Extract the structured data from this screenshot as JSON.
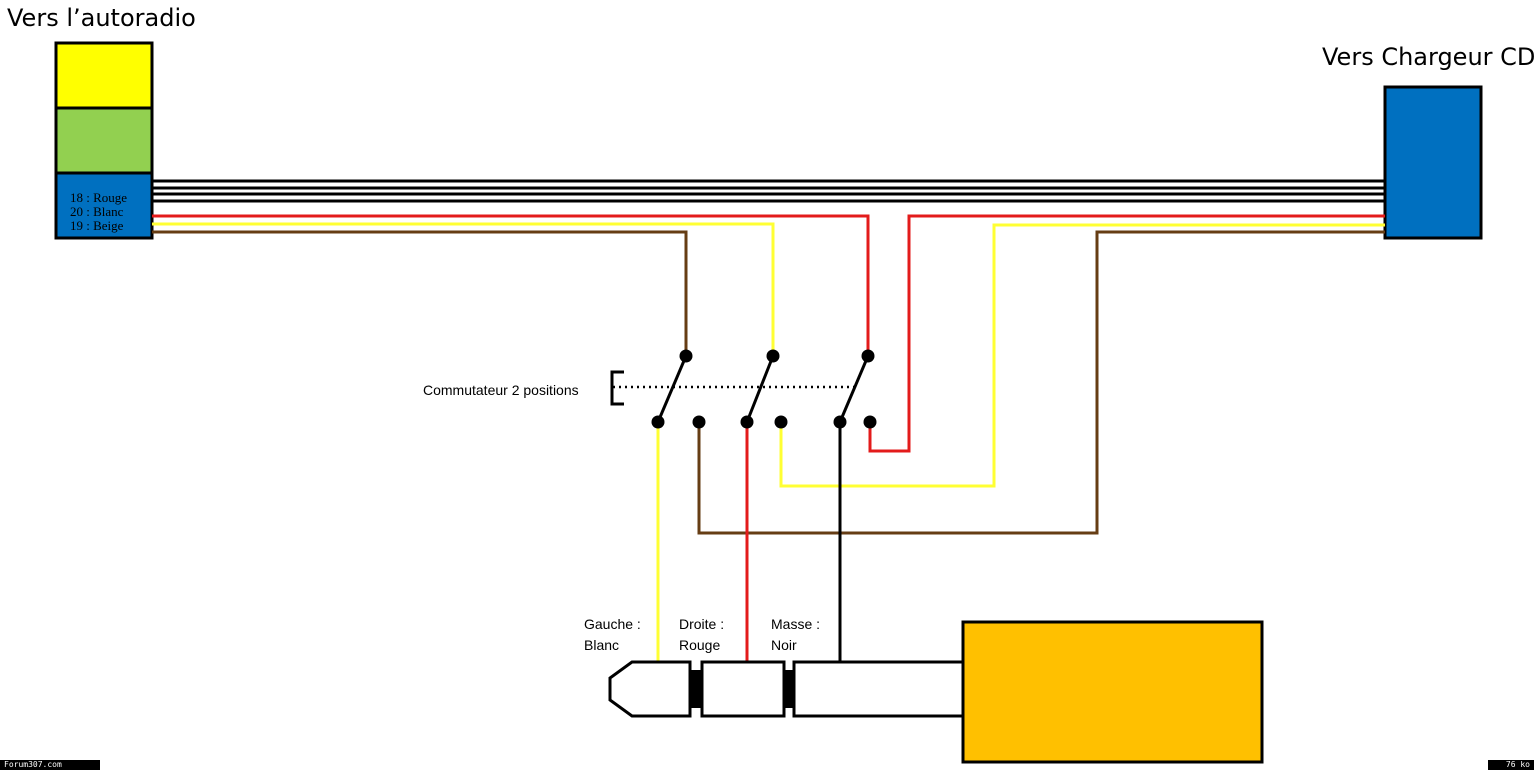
{
  "labels": {
    "radio_title": "Vers l’autoradio",
    "changer_title": "Vers Chargeur CD",
    "switch_label": "Commutateur 2 positions"
  },
  "radio_connector": {
    "colors": [
      "#ffff00",
      "#92d050",
      "#0070c0"
    ],
    "pins": [
      "18 : Rouge",
      "20 : Blanc",
      "19 : Beige"
    ]
  },
  "changer_connector": {
    "color": "#0070c0"
  },
  "jack": {
    "plug_color": "#ffc000",
    "contacts": [
      {
        "line1": "Gauche :",
        "line2": "Blanc"
      },
      {
        "line1": "Droite :",
        "line2": "Rouge"
      },
      {
        "line1": "Masse :",
        "line2": "Noir"
      }
    ]
  },
  "wire_colors": {
    "black": "#000000",
    "red": "#e31b1b",
    "yellow": "#ffff33",
    "brown": "#663d14"
  },
  "footer": {
    "left": "Forum307.com",
    "right": "76 ko"
  }
}
